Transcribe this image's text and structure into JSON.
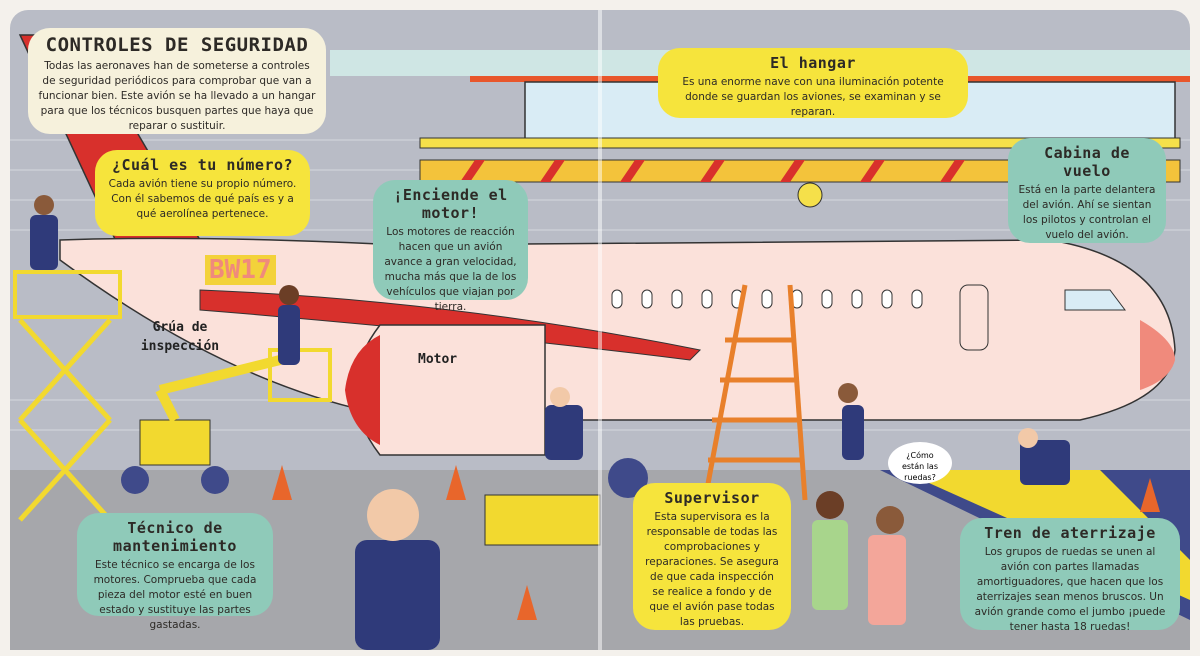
{
  "boxes": {
    "safety": {
      "title": "CONTROLES DE SEGURIDAD",
      "text": "Todas las aeronaves han de someterse a controles de seguridad periódicos para comprobar que van a funcionar bien. Este avión se ha llevado a un hangar para que los técnicos busquen partes que haya que reparar o sustituir."
    },
    "number": {
      "title": "¿Cuál es tu número?",
      "text": "Cada avión tiene su propio número. Con él sabemos de qué país es y a qué aerolínea pertenece."
    },
    "engine": {
      "title": "¡Enciende el motor!",
      "text": "Los motores de reacción hacen que un avión avance a gran velocidad, mucha más que la de los vehículos que viajan por tierra."
    },
    "hangar": {
      "title": "El hangar",
      "text": "Es una enorme nave con una iluminación potente donde se guardan los aviones, se examinan y se reparan."
    },
    "cockpit": {
      "title": "Cabina de vuelo",
      "text": "Está en la parte delantera del avión. Ahí se sientan los pilotos y controlan el vuelo del avión."
    },
    "technician": {
      "title": "Técnico de mantenimiento",
      "text": "Este técnico se encarga de los motores. Comprueba que cada pieza del motor esté en buen estado y sustituye las partes gastadas."
    },
    "supervisor": {
      "title": "Supervisor",
      "text": "Esta supervisora es la responsable de todas las comprobaciones y reparaciones. Se asegura de que cada inspección se realice a fondo y de que el avión pase todas las pruebas."
    },
    "landing_gear": {
      "title": "Tren de aterrizaje",
      "text": "Los grupos de ruedas se unen al avión con partes llamadas amortiguadores, que hacen que los aterrizajes sean menos bruscos. Un avión grande como el jumbo ¡puede tener hasta 18 ruedas!"
    }
  },
  "labels": {
    "crane": "Grúa de inspección",
    "motor": "Motor",
    "registration": "BW17",
    "speech": "¿Cómo están las ruedas?"
  },
  "colors": {
    "yellow": "#f6e43c",
    "teal": "#8fcab9",
    "cream": "#f6f1dc",
    "plane_red": "#d8302c",
    "plane_body": "#fbe1da"
  }
}
